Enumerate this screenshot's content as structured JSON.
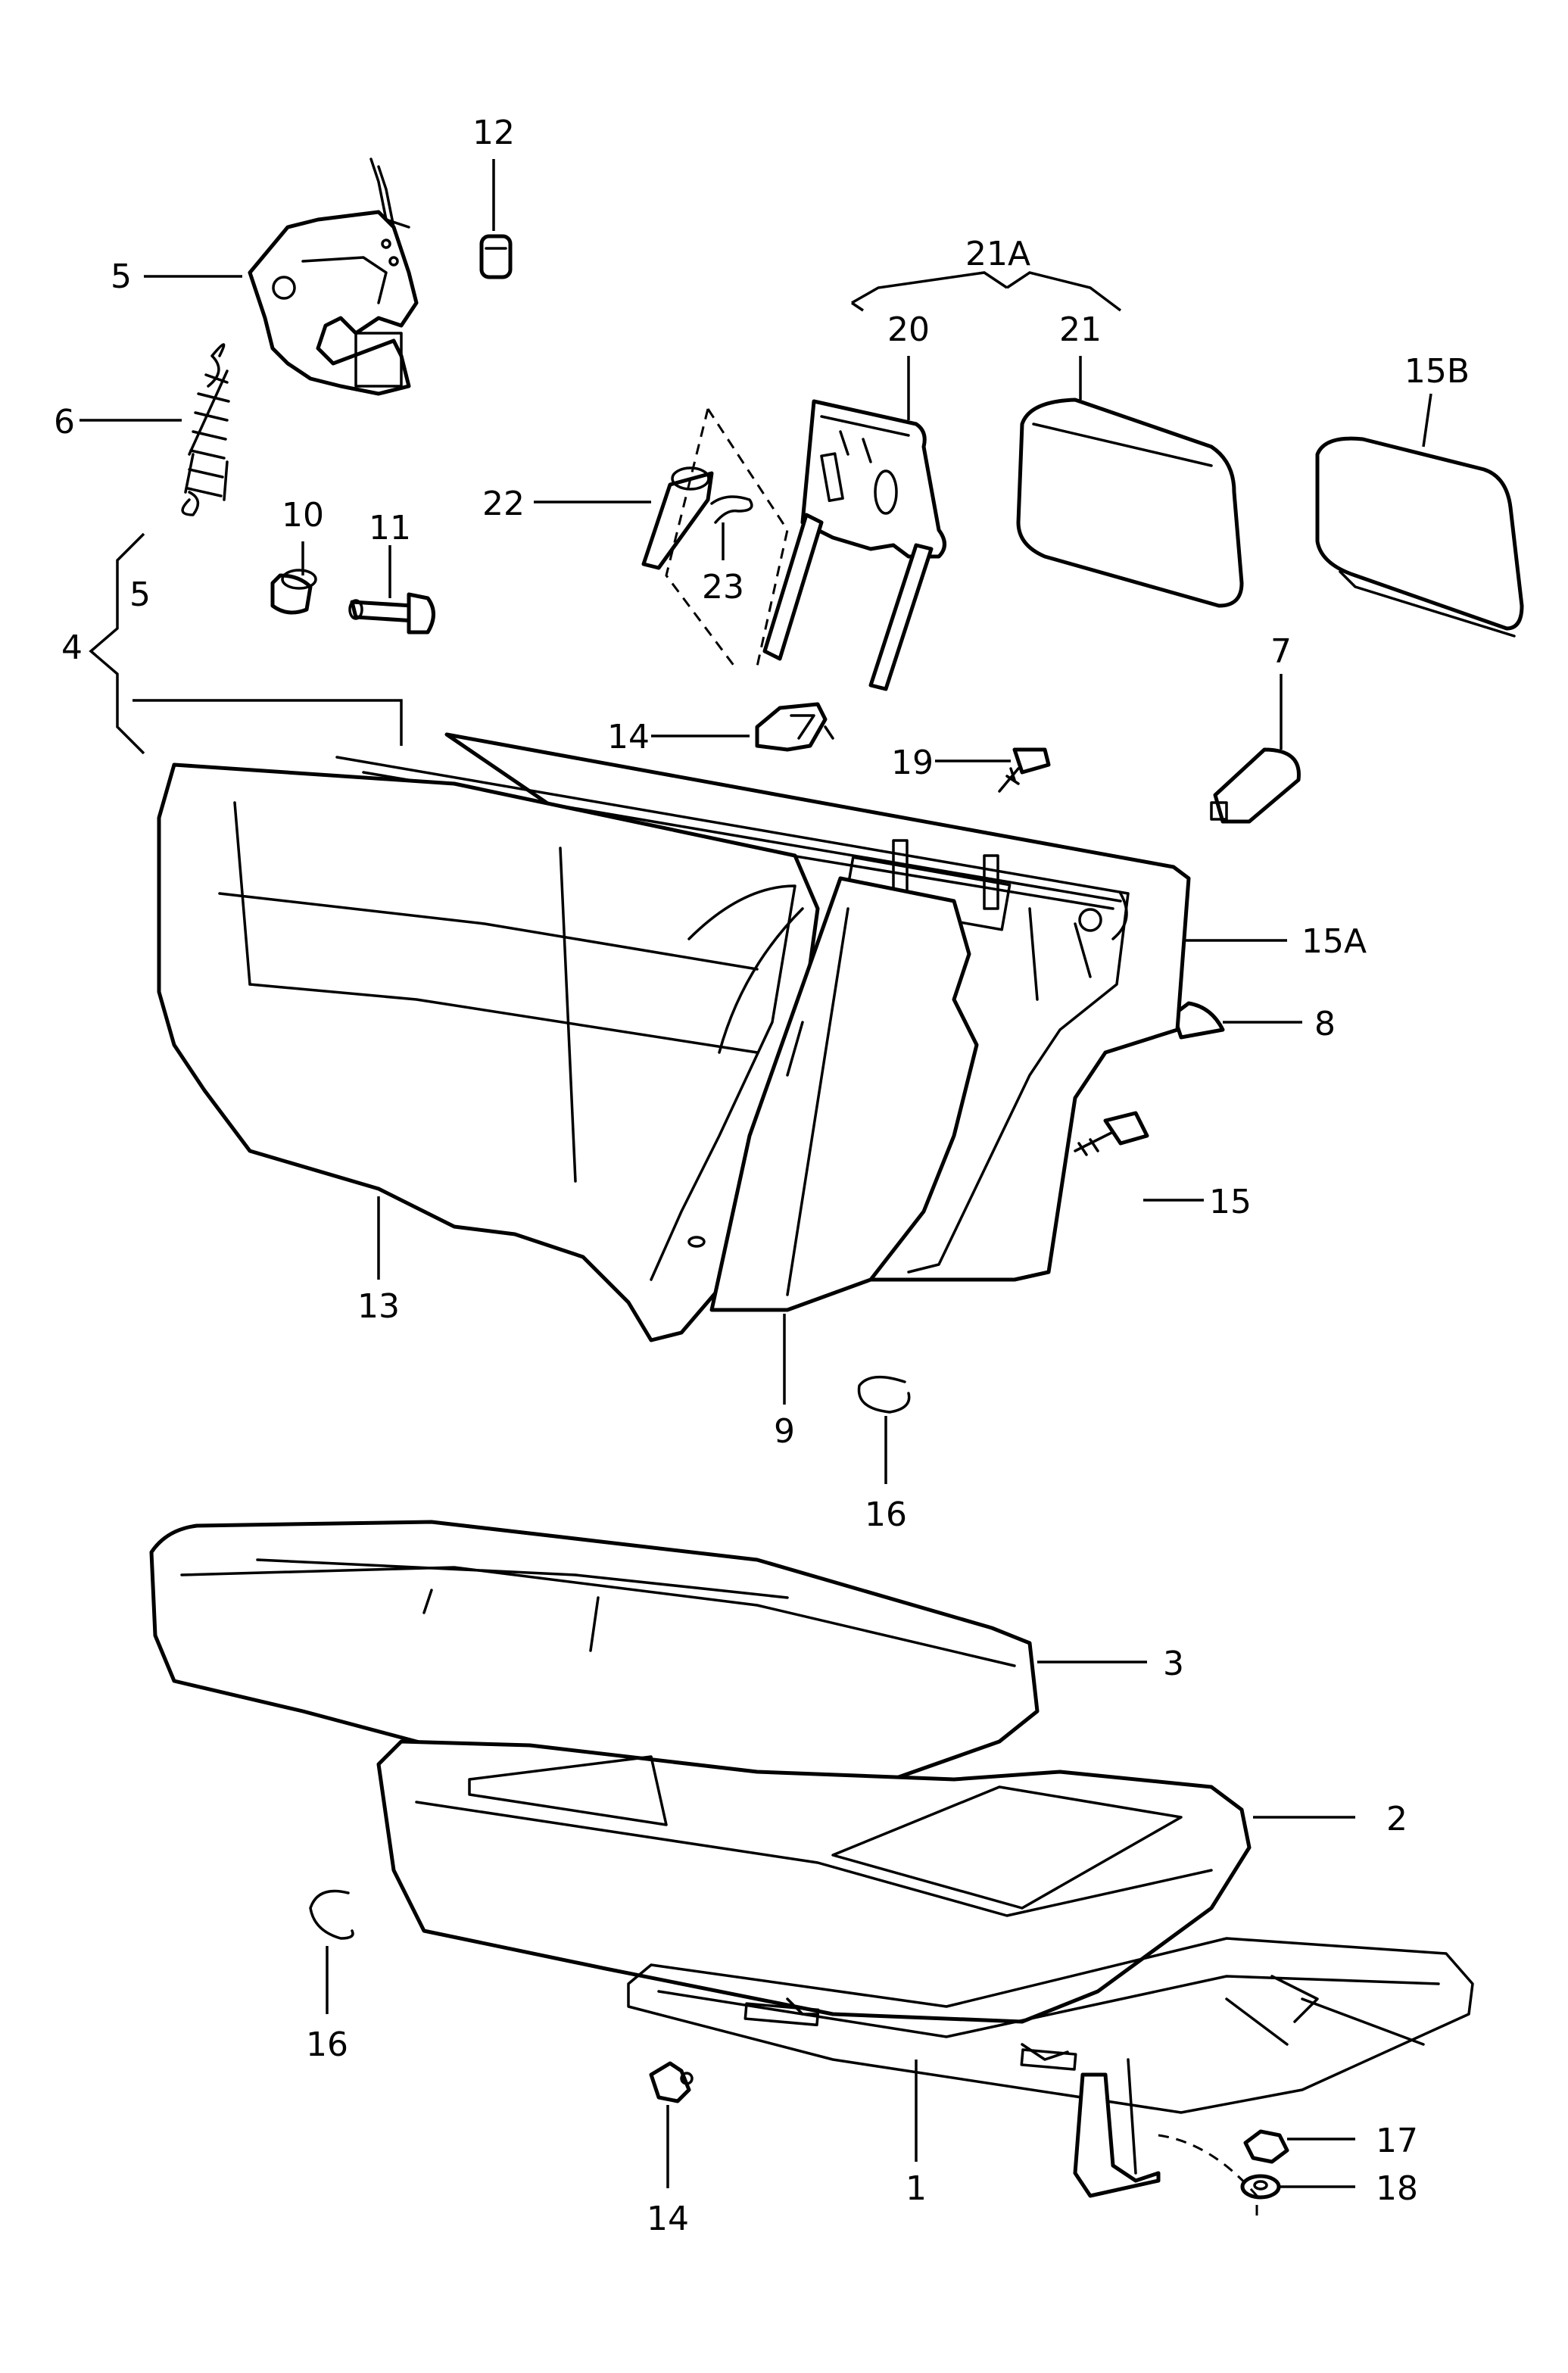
{
  "diagram": {
    "callouts": [
      {
        "id": "c12",
        "text": "12"
      },
      {
        "id": "c5a",
        "text": "5"
      },
      {
        "id": "c6",
        "text": "6"
      },
      {
        "id": "c21A",
        "text": "21A"
      },
      {
        "id": "c20",
        "text": "20"
      },
      {
        "id": "c21",
        "text": "21"
      },
      {
        "id": "c15B",
        "text": "15B"
      },
      {
        "id": "c22",
        "text": "22"
      },
      {
        "id": "c10",
        "text": "10"
      },
      {
        "id": "c11",
        "text": "11"
      },
      {
        "id": "c23",
        "text": "23"
      },
      {
        "id": "c5b",
        "text": "5"
      },
      {
        "id": "c4",
        "text": "4"
      },
      {
        "id": "c7",
        "text": "7"
      },
      {
        "id": "c14a",
        "text": "14"
      },
      {
        "id": "c19",
        "text": "19"
      },
      {
        "id": "c15A",
        "text": "15A"
      },
      {
        "id": "c8",
        "text": "8"
      },
      {
        "id": "c15",
        "text": "15"
      },
      {
        "id": "c13",
        "text": "13"
      },
      {
        "id": "c9",
        "text": "9"
      },
      {
        "id": "c16a",
        "text": "16"
      },
      {
        "id": "c3",
        "text": "3"
      },
      {
        "id": "c2",
        "text": "2"
      },
      {
        "id": "c16b",
        "text": "16"
      },
      {
        "id": "c17",
        "text": "17"
      },
      {
        "id": "c1",
        "text": "1"
      },
      {
        "id": "c18",
        "text": "18"
      },
      {
        "id": "c14b",
        "text": "14"
      }
    ]
  }
}
